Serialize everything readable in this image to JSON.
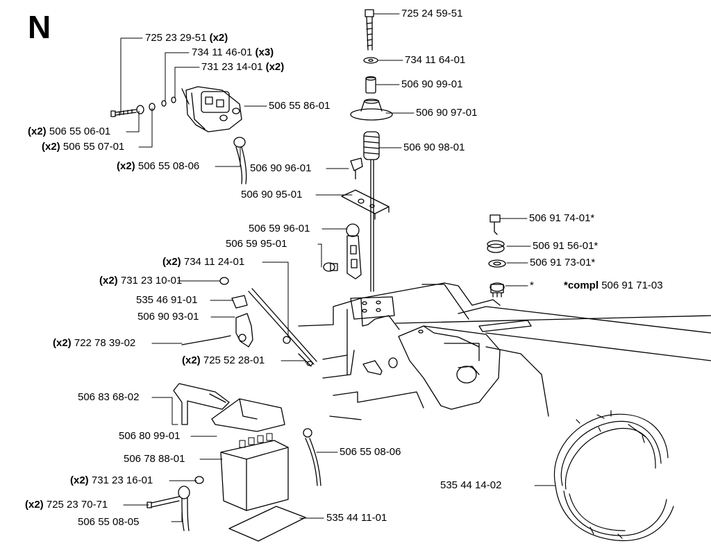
{
  "section": "N",
  "labels": {
    "p725232951": {
      "num": "725 23 29-51",
      "qty": "(x2)"
    },
    "p734114601": {
      "num": "734 11 46-01",
      "qty": "(x3)"
    },
    "p731231401": {
      "num": "731 23 14-01",
      "qty": "(x2)"
    },
    "p506558601": {
      "num": "506 55 86-01"
    },
    "p506550601": {
      "num": "506 55 06-01",
      "qty": "(x2)"
    },
    "p506550701": {
      "num": "506 55 07-01",
      "qty": "(x2)"
    },
    "p506550806a": {
      "num": "506 55 08-06",
      "qty": "(x2)"
    },
    "p725245951": {
      "num": "725 24 59-51"
    },
    "p734116401": {
      "num": "734 11 64-01"
    },
    "p506909901": {
      "num": "506 90 99-01"
    },
    "p506909701": {
      "num": "506 90 97-01"
    },
    "p506909801": {
      "num": "506 90 98-01"
    },
    "p506909601": {
      "num": "506 90 96-01"
    },
    "p506909501": {
      "num": "506 90 95-01"
    },
    "p506599601": {
      "num": "506 59 96-01"
    },
    "p506599501": {
      "num": "506 59 95-01"
    },
    "p734112401": {
      "num": "734 11 24-01",
      "qty": "(x2)"
    },
    "p731231001": {
      "num": "731 23 10-01",
      "qty": "(x2)"
    },
    "p535469101": {
      "num": "535 46 91-01"
    },
    "p506909301": {
      "num": "506 90 93-01"
    },
    "p722783902": {
      "num": "722 78 39-02",
      "qty": "(x2)"
    },
    "p725522801": {
      "num": "725 52 28-01",
      "qty": "(x2)"
    },
    "p506917401": {
      "num": "506 91 74-01*"
    },
    "p506915601": {
      "num": "506 91 56-01*"
    },
    "p506917301": {
      "num": "506 91 73-01*"
    },
    "pstar": {
      "num": "*"
    },
    "compl": {
      "prefix": "*compl",
      "num": "506 91 71-03"
    },
    "p506836802": {
      "num": "506 83 68-02"
    },
    "p506809901": {
      "num": "506 80 99-01"
    },
    "p506788801": {
      "num": "506 78 88-01"
    },
    "p506550806b": {
      "num": "506 55 08-06"
    },
    "p731231601": {
      "num": "731 23 16-01",
      "qty": "(x2)"
    },
    "p725237071": {
      "num": "725 23 70-71",
      "qty": "(x2)"
    },
    "p506550805": {
      "num": "506 55 08-05"
    },
    "p535441101": {
      "num": "535 44 11-01"
    },
    "p535441402": {
      "num": "535 44 14-02"
    }
  }
}
